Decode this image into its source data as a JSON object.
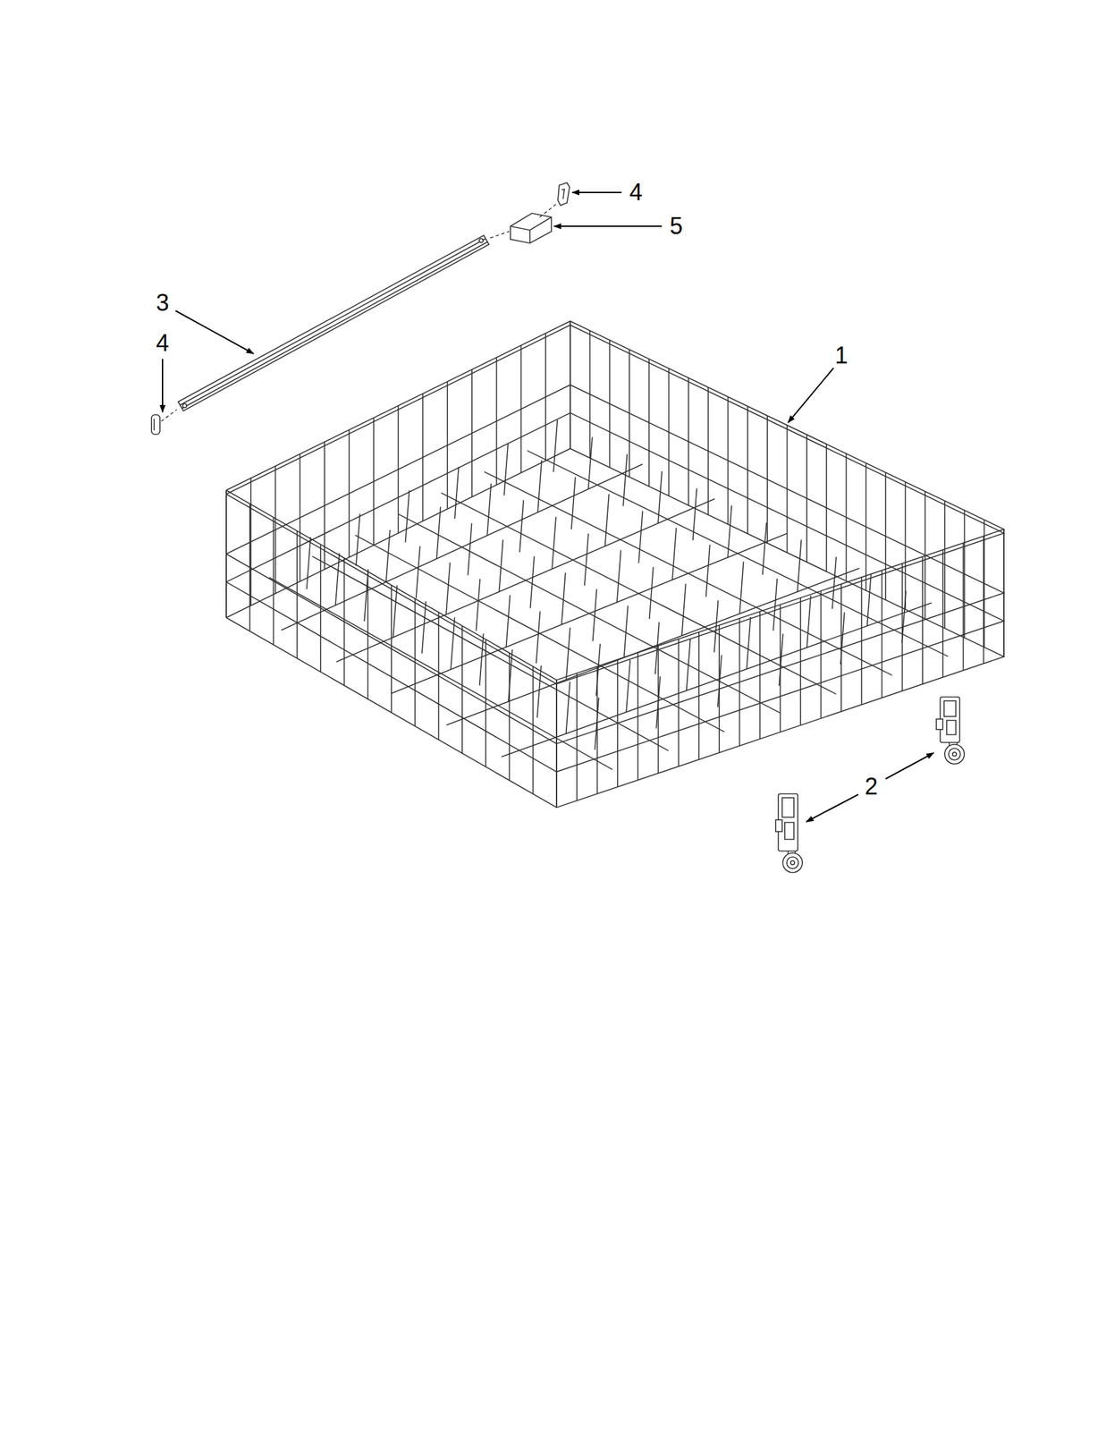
{
  "diagram": {
    "labels": [
      "4",
      "5",
      "3",
      "4",
      "1",
      "2"
    ]
  }
}
